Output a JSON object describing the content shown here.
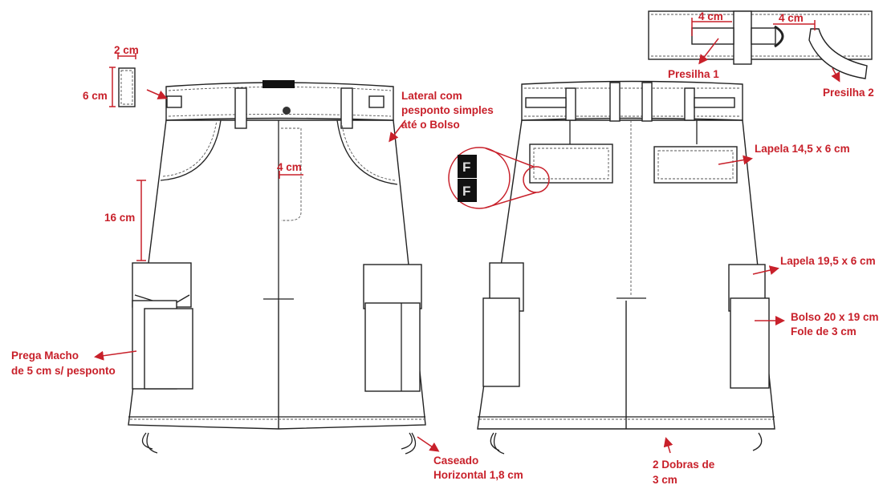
{
  "labels": {
    "belt_loop_width": "2 cm",
    "belt_loop_height": "6 cm",
    "side_seam_line1": "Lateral com",
    "side_seam_line2": "pesponto simples",
    "side_seam_line3": "até o Bolso",
    "fly_width": "4 cm",
    "pocket_height": "16 cm",
    "pleat_line1": "Prega Macho",
    "pleat_line2": "de 5 cm s/ pesponto",
    "buttonhole_line1": "Caseado",
    "buttonhole_line2": "Horizontal 1,8 cm",
    "hem_line1": "2 Dobras de",
    "hem_line2": "3 cm",
    "back_flap": "Lapela 14,5 x 6 cm",
    "cargo_flap": "Lapela 19,5 x 6 cm",
    "cargo_pocket_line1": "Bolso 20 x 19 cm",
    "cargo_pocket_line2": "Fole de 3 cm",
    "loop1_dim": "4 cm",
    "loop2_dim": "4 cm",
    "loop1": "Presilha 1",
    "loop2": "Presilha 2"
  },
  "colors": {
    "annotation": "#c8202a",
    "line": "#222222"
  }
}
